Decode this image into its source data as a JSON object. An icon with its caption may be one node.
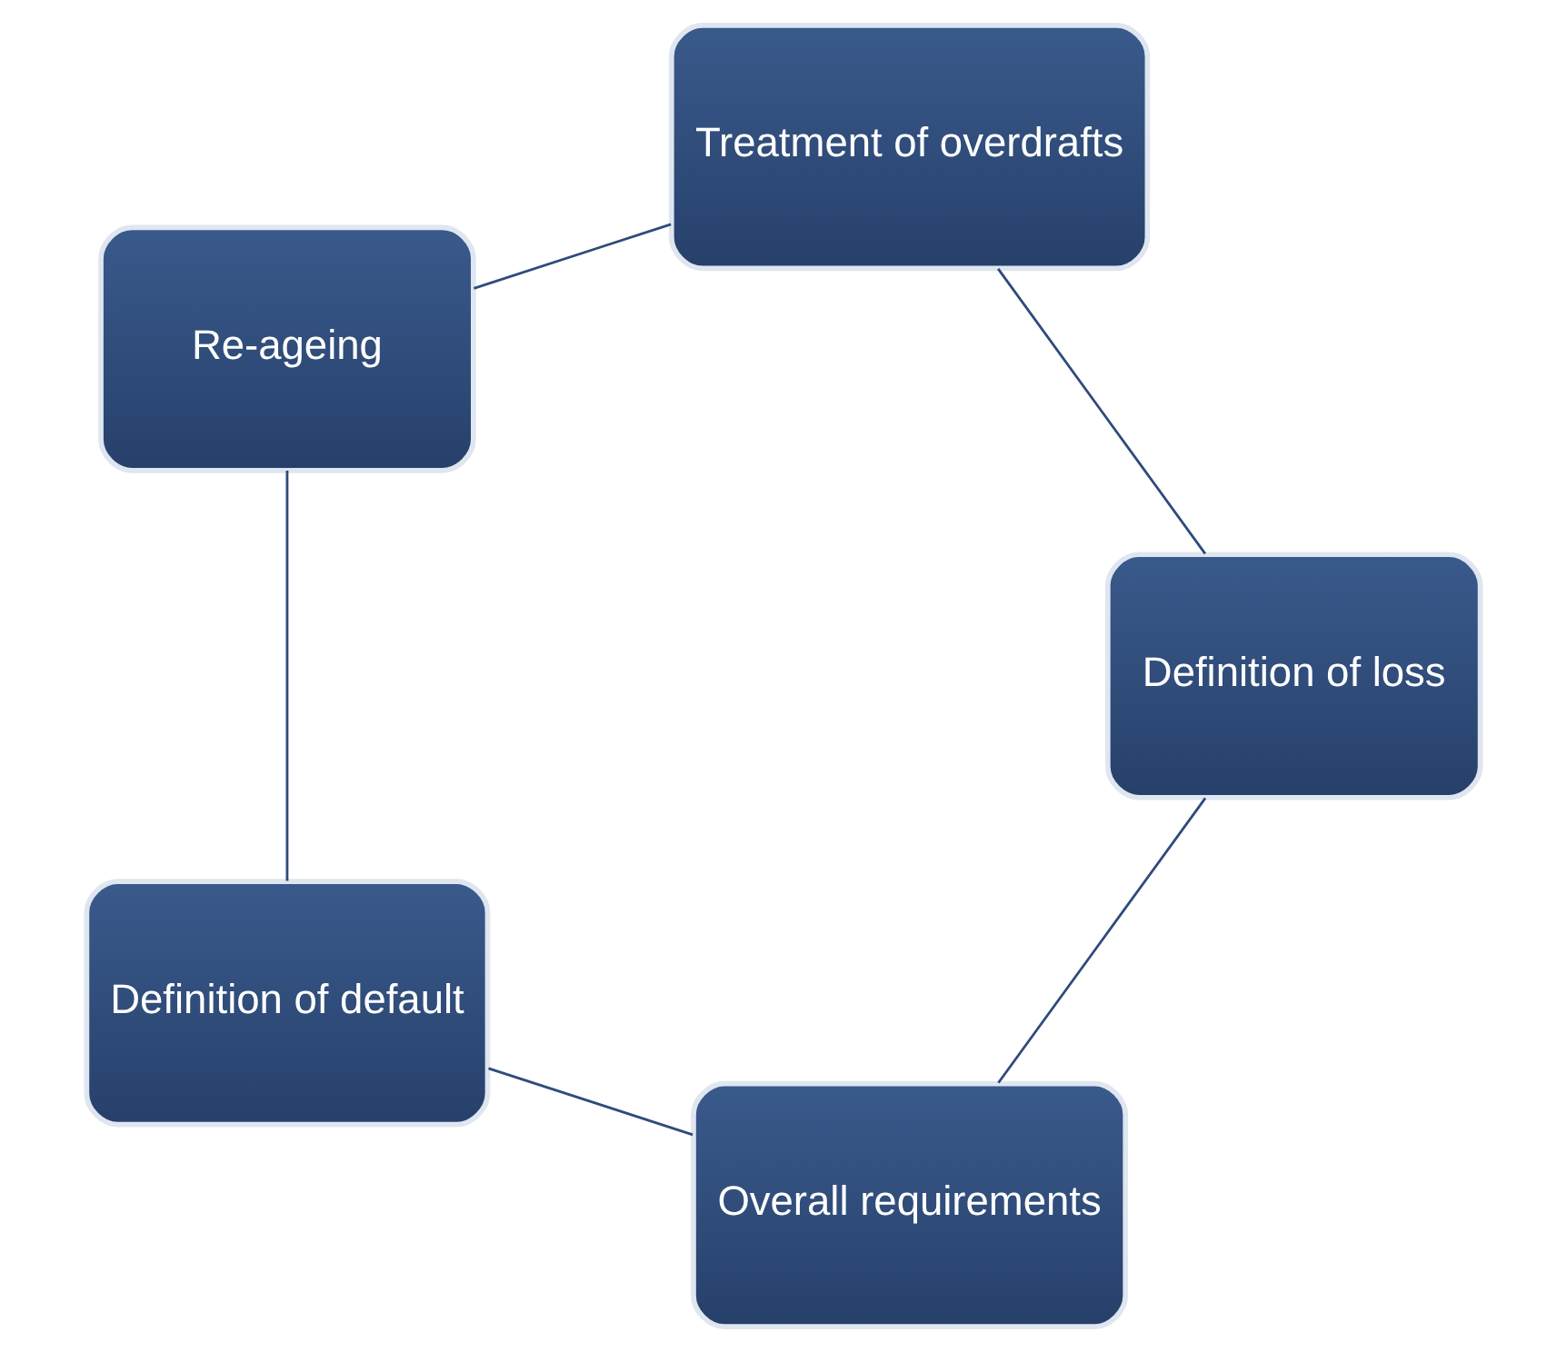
{
  "diagram": {
    "nodes": [
      {
        "text": [
          "Overall requirements"
        ]
      },
      {
        "text": [
          "Definition of default"
        ]
      },
      {
        "text": [
          "Re-ageing"
        ]
      },
      {
        "text": [
          "Treatment of overdrafts"
        ]
      },
      {
        "text": [
          "Definition of loss"
        ]
      }
    ],
    "edges": [
      {
        "from": 0,
        "to": 1,
        "arrow": "none"
      },
      {
        "from": 1,
        "to": 2,
        "arrow": "none"
      },
      {
        "from": 2,
        "to": 3,
        "arrow": "none"
      },
      {
        "from": 3,
        "to": 4,
        "arrow": "none"
      },
      {
        "from": 4,
        "to": 0,
        "arrow": "none"
      }
    ]
  }
}
